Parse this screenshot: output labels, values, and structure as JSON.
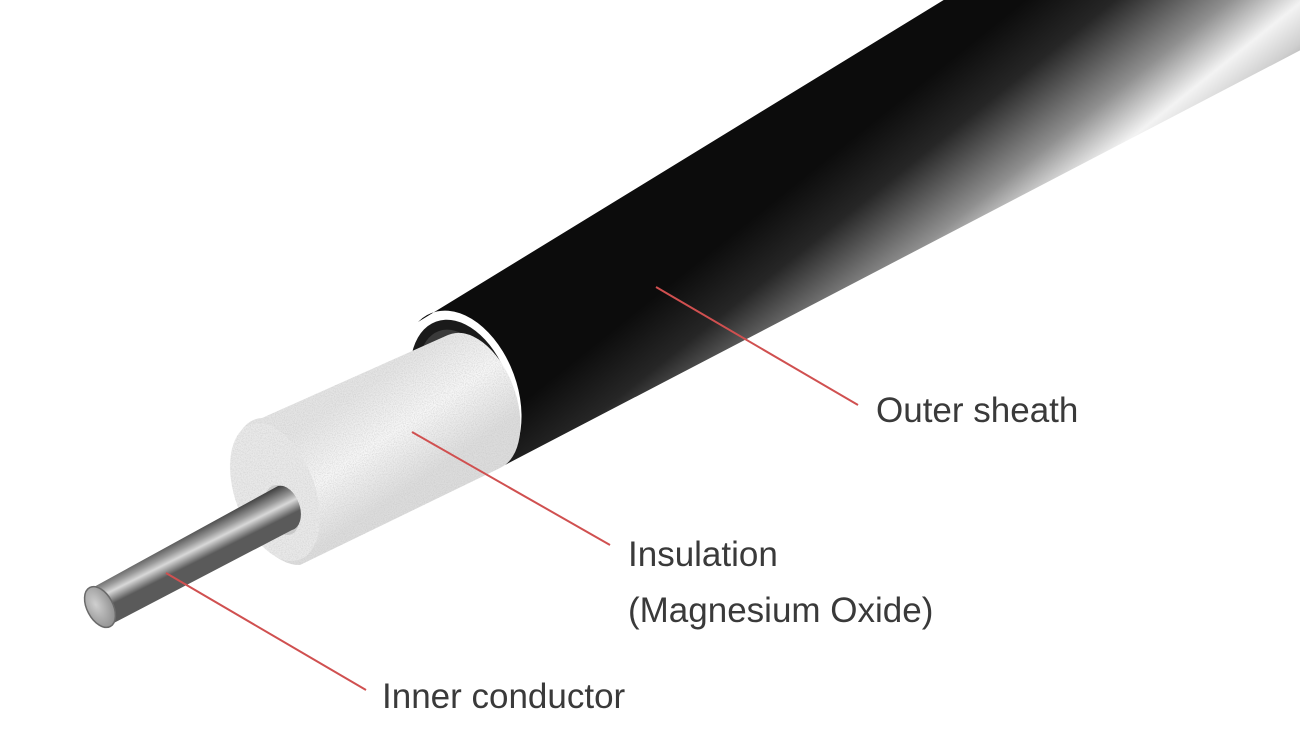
{
  "labels": {
    "outer_sheath": "Outer sheath",
    "insulation_line1": "Insulation",
    "insulation_line2": "(Magnesium Oxide)",
    "inner_conductor": "Inner conductor"
  },
  "colors": {
    "sheath_dark": "#0e0e0e",
    "sheath_highlight": "#f2f2f2",
    "insulation": "#eeeeee",
    "conductor": "#7a7a7a",
    "leader_line": "#d05050",
    "text": "#3a3a3a"
  }
}
